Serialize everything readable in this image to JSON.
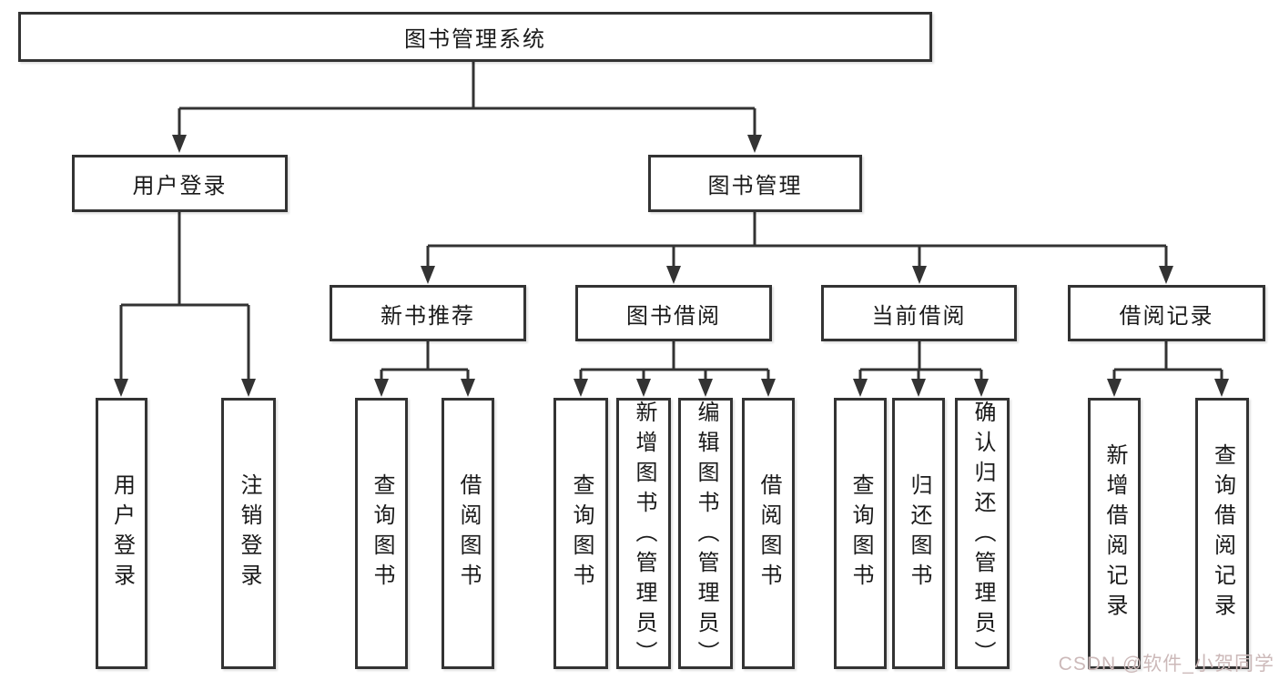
{
  "colors": {
    "line": "#333333",
    "box_border": "#333333",
    "text": "#1a1a1a",
    "watermark": "#ccb9b9",
    "background": "#ffffff"
  },
  "watermark": {
    "text": "CSDN @软件_小贺同学"
  },
  "tree": {
    "root": "图书管理系统",
    "user_login": {
      "label": "用户登录",
      "children": [
        "用户登录",
        "注销登录"
      ]
    },
    "book_mgmt": {
      "label": "图书管理",
      "sections": [
        {
          "label": "新书推荐",
          "children": [
            "查询图书",
            "借阅图书"
          ]
        },
        {
          "label": "图书借阅",
          "children": [
            "查询图书",
            "新增图书（管理员）",
            "编辑图书（管理员）",
            "借阅图书"
          ]
        },
        {
          "label": "当前借阅",
          "children": [
            "查询图书",
            "归还图书",
            "确认归还（管理员）"
          ]
        },
        {
          "label": "借阅记录",
          "children": [
            "新增借阅记录",
            "查询借阅记录"
          ]
        }
      ]
    }
  }
}
